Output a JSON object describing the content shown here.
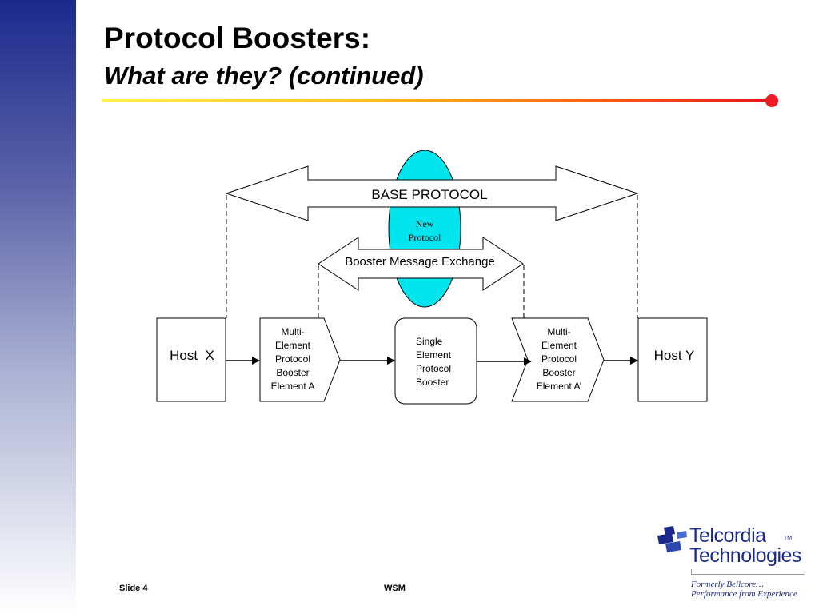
{
  "slide": {
    "title": "Protocol Boosters:",
    "subtitle": "What are they? (continued)"
  },
  "diagram": {
    "base_protocol": "BASE PROTOCOL",
    "new_protocol": [
      "New",
      "Protocol"
    ],
    "booster_exchange": "Booster Message Exchange",
    "host_x": "Host  X",
    "host_y": "Host Y",
    "booster_a": [
      "Multi-",
      "Element",
      "Protocol",
      "Booster",
      "Element A"
    ],
    "single_booster": [
      "Single",
      "Element",
      "Protocol",
      "Booster"
    ],
    "booster_a_prime": [
      "Multi-",
      "Element",
      "Protocol",
      "Booster",
      "Element A’"
    ]
  },
  "footer": {
    "slide_number": "Slide 4",
    "center": "WSM"
  },
  "logo": {
    "name_line1": "Telcordia",
    "tm": "TM",
    "name_line2": "Technologies",
    "tagline1": "Formerly Bellcore…",
    "tagline2": "Performance from Experience"
  },
  "colors": {
    "sidebar_top": "#1b2a8c",
    "accent_red": "#ee1c25",
    "new_protocol_fill": "#00e5ee",
    "logo_blue": "#1b2a8c"
  }
}
